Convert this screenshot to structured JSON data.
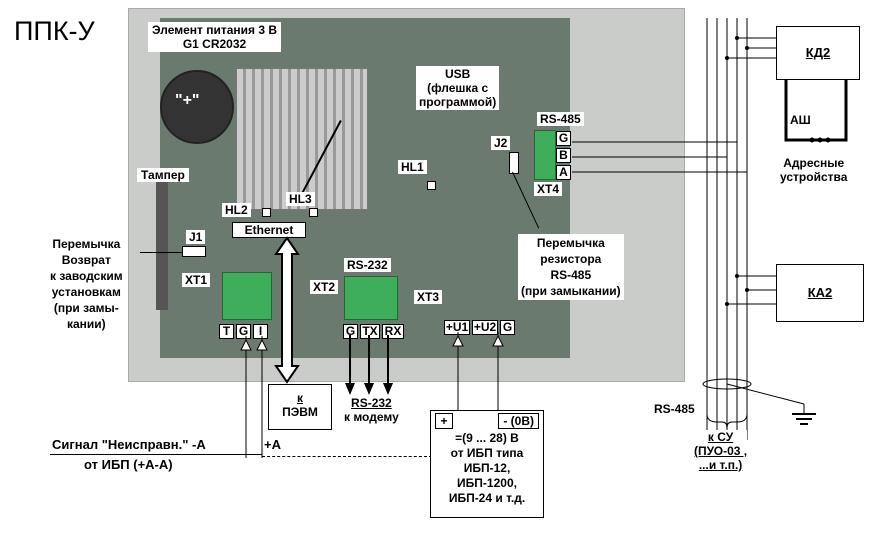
{
  "title": "ППК-У",
  "battery": {
    "line1": "Элемент питания 3 В",
    "line2": "G1 CR2032",
    "polarity": "\"+\""
  },
  "usb": {
    "line1": "USB",
    "line2": "(флешка с",
    "line3": "программой)"
  },
  "rs485_top": "RS-485",
  "j2": "J2",
  "hl1": "HL1",
  "xt4": "XT4",
  "xt4_pins": [
    "A",
    "B",
    "G"
  ],
  "tamper": "Тампер",
  "hl2": "HL2",
  "hl3": "HL3",
  "ethernet": "Ethernet",
  "j1": "J1",
  "jumper_left": [
    "Перемычка",
    "Возврат",
    "к заводским",
    "установкам",
    "(при замы-",
    "кании)"
  ],
  "jumper_right": [
    "Перемычка",
    "резистора",
    "RS-485",
    "(при замыкании)"
  ],
  "xt1": "XT1",
  "xt1_pins": [
    "T",
    "G",
    "I"
  ],
  "rs232": "RS-232",
  "xt2": "XT2",
  "xt2_pins": [
    "G",
    "TX",
    "RX"
  ],
  "xt3": "XT3",
  "xt3_pins": [
    "+U1",
    "+U2",
    "G"
  ],
  "pc": {
    "line1": "к",
    "line2": "ПЭВМ"
  },
  "modem": {
    "line1": "RS-232",
    "line2": "к модему"
  },
  "fault_signal": {
    "line1": "Сигнал \"Неисправн.\" -А",
    "plus": "+А",
    "line2": "от ИБП (+А-А)"
  },
  "psu": {
    "plus": "+",
    "minus": "- (0В)",
    "lines": [
      "=(9 ... 28) В",
      "от ИБП типа",
      "ИБП-12,",
      "ИБП-1200,",
      "ИБП-24 и т.д."
    ]
  },
  "kd2": "КД2",
  "ash": "АШ",
  "addr_devices": [
    "Адресные",
    "устройства"
  ],
  "ka2": "КА2",
  "rs485_bottom": "RS-485",
  "su": [
    "к СУ",
    "(ПУО-03 ,",
    "...и т.п.)"
  ]
}
